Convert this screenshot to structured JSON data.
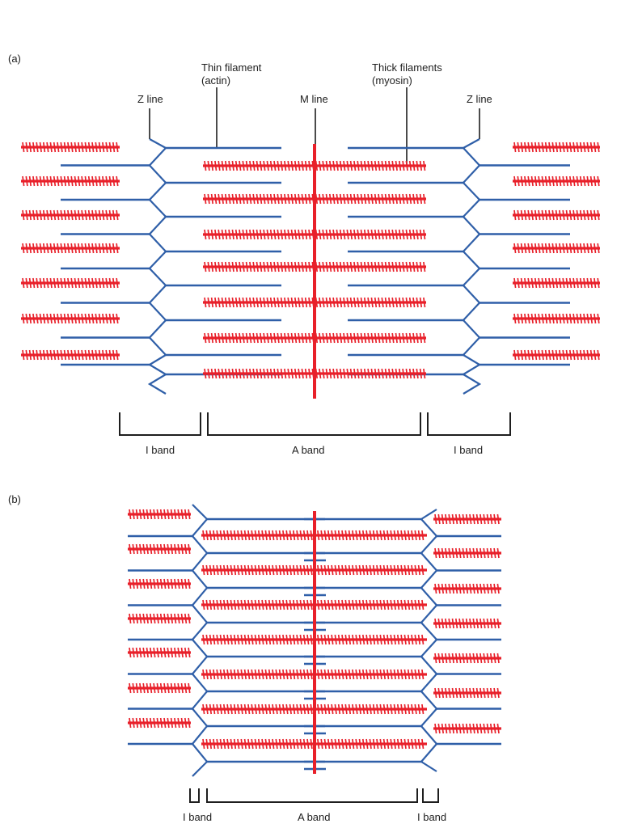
{
  "colors": {
    "thin_filament": "#2f5fa8",
    "thick_filament": "#e8202a",
    "m_line": "#e8202a",
    "label_text": "#1e1e1e",
    "bracket": "#1e1e1e"
  },
  "panel_a": {
    "label": "(a)",
    "thin_filament_label_1": "Thin filament",
    "thin_filament_label_2": "(actin)",
    "thick_filament_label_1": "Thick filaments",
    "thick_filament_label_2": "(myosin)",
    "z_line_left_label": "Z line",
    "z_line_right_label": "Z line",
    "m_line_label": "M line",
    "i_band_left_label": "I band",
    "a_band_label": "A band",
    "i_band_right_label": "I band"
  },
  "panel_b": {
    "label": "(b)",
    "i_band_left_label": "I band",
    "a_band_label": "A band",
    "i_band_right_label": "I band"
  }
}
